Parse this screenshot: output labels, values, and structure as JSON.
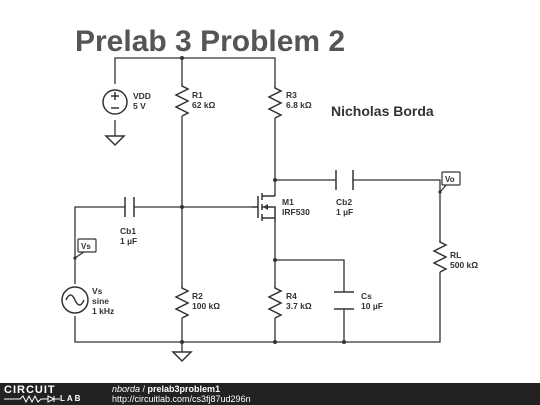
{
  "title": "Prelab 3 Problem 2",
  "author": "Nicholas Borda",
  "components": {
    "vdd": {
      "name": "VDD",
      "value": "5 V"
    },
    "r1": {
      "name": "R1",
      "value": "62 kΩ"
    },
    "r2": {
      "name": "R2",
      "value": "100 kΩ"
    },
    "r3": {
      "name": "R3",
      "value": "6.8 kΩ"
    },
    "r4": {
      "name": "R4",
      "value": "3.7 kΩ"
    },
    "rl": {
      "name": "RL",
      "value": "500 kΩ"
    },
    "cb1": {
      "name": "Cb1",
      "value": "1 µF"
    },
    "cb2": {
      "name": "Cb2",
      "value": "1 µF"
    },
    "cs": {
      "name": "Cs",
      "value": "10 µF"
    },
    "m1": {
      "name": "M1",
      "value": "IRF530"
    },
    "vs": {
      "name": "Vs",
      "type": "sine",
      "value": "1 kHz"
    }
  },
  "probes": {
    "vs": "Vs",
    "vo": "Vo"
  },
  "footer": {
    "logo_top": "CIRCUIT",
    "logo_bottom": "LAB",
    "user": "nborda",
    "separator": " / ",
    "project": "prelab3problem1",
    "url": "http://circuitlab.com/cs3fj87ud296n"
  }
}
